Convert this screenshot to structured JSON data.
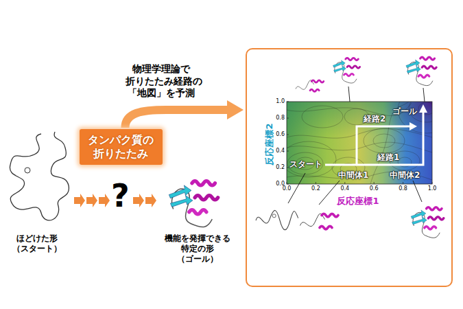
{
  "diagram": {
    "nodes": [
      {
        "text": [
          "タンパク質の 折りたたみ"
        ]
      },
      {
        "text": [
          "スタート",
          "ゴール",
          "経路2",
          "経路1",
          "中間体1",
          "中間体2",
          "反応座標2",
          "反応座標1"
        ]
      }
    ],
    "edges": [
      {
        "from": 0,
        "to": 1,
        "arrow": "to",
        "label": "物理学理論で 折りたたみ経路の 「地図」を予測"
      }
    ],
    "labels": [
      "ほどけた形 （スタート）",
      "?",
      "機能を発揮できる 特定の形 （ゴール）",
      "1.0",
      "0.8",
      "0.6",
      "0.4",
      "0.2",
      "0.0",
      "0.0",
      "0.2",
      "0.4",
      "0.6",
      "0.8",
      "1.0"
    ]
  }
}
